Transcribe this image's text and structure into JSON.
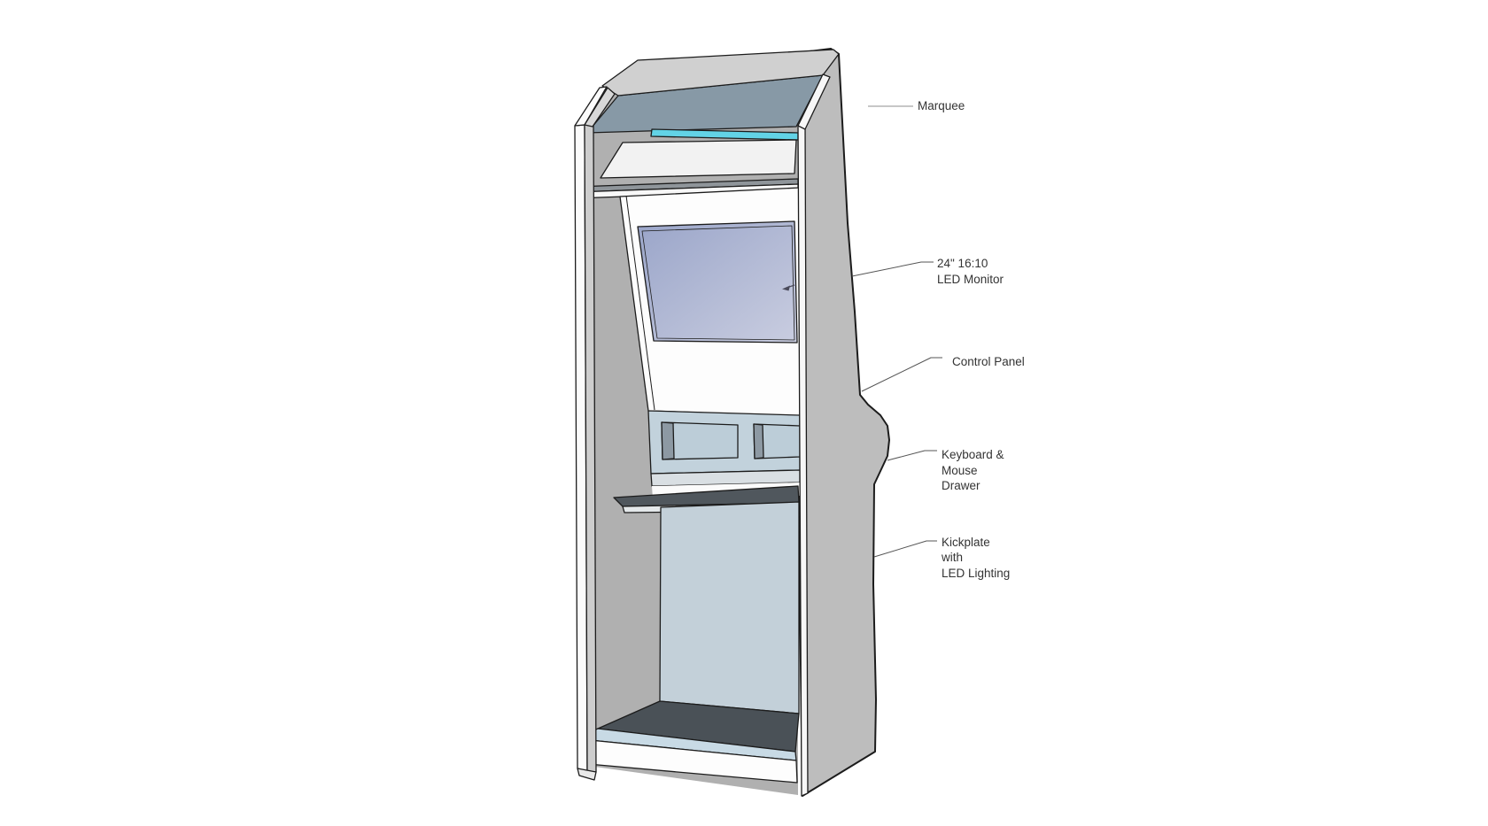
{
  "page": {
    "background": "#ffffff",
    "description_labels_visible": 5
  },
  "colors": {
    "background": "#ffffff",
    "outline": "#1c1c1c",
    "side_panel": "#bdbdbd",
    "panel_edge": "#f7f7f7",
    "roof": "#d0d0d0",
    "interior_wall": "#b0b0b0",
    "left_strip_outer": "#fbfbfb",
    "left_strip_inner": "#cdcdcd",
    "left_strip_diag": "#d8d8d8",
    "left_foot": "#e9e9e9",
    "marquee_panel": "#8799a6",
    "led_strip": "#62d3e6",
    "speaker_panel": "#f2f2f2",
    "shelf_strip_dark": "#8f959a",
    "shelf_strip_light": "#f8f8f8",
    "bezel": "#fdfdfd",
    "screen_top": "#9aa5c9",
    "screen_bottom": "#c9cde0",
    "cursor": "#4a4a5a",
    "control_band": "#c2d2dc",
    "control_band_lip": "#d9dfe3",
    "drawer_face": "#bccdd8",
    "drawer_inner": "#8d99a3",
    "under_band": "#fbfbfb",
    "shelf_top": "#50575d",
    "shelf_edge": "#e4e8ea",
    "back_panel": "#c3d0d9",
    "floor": "#4a5157",
    "kick_strip": "#c8dae5",
    "front_rail": "#fdfdfd",
    "label_text": "#333333",
    "leader_line": "#555555",
    "marquee_leader": "#8f8f8f"
  },
  "annotations": {
    "marquee": {
      "lines": [
        "Marquee"
      ]
    },
    "monitor": {
      "lines": [
        "24\" 16:10",
        "LED Monitor"
      ]
    },
    "control_panel": {
      "lines": [
        "Control Panel"
      ]
    },
    "keyboard_drawer": {
      "lines": [
        "Keyboard &",
        "Mouse",
        "Drawer"
      ]
    },
    "kickplate": {
      "lines": [
        "Kickplate",
        "with",
        "LED Lighting"
      ]
    }
  }
}
